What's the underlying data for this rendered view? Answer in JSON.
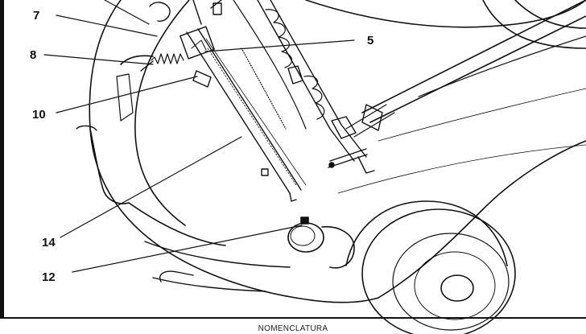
{
  "diagram": {
    "callouts": [
      {
        "id": "7",
        "label": "7"
      },
      {
        "id": "8",
        "label": "8"
      },
      {
        "id": "5",
        "label": "5"
      },
      {
        "id": "10",
        "label": "10"
      },
      {
        "id": "14",
        "label": "14"
      },
      {
        "id": "12",
        "label": "12"
      }
    ],
    "caption": "NOMENCLATURA"
  }
}
